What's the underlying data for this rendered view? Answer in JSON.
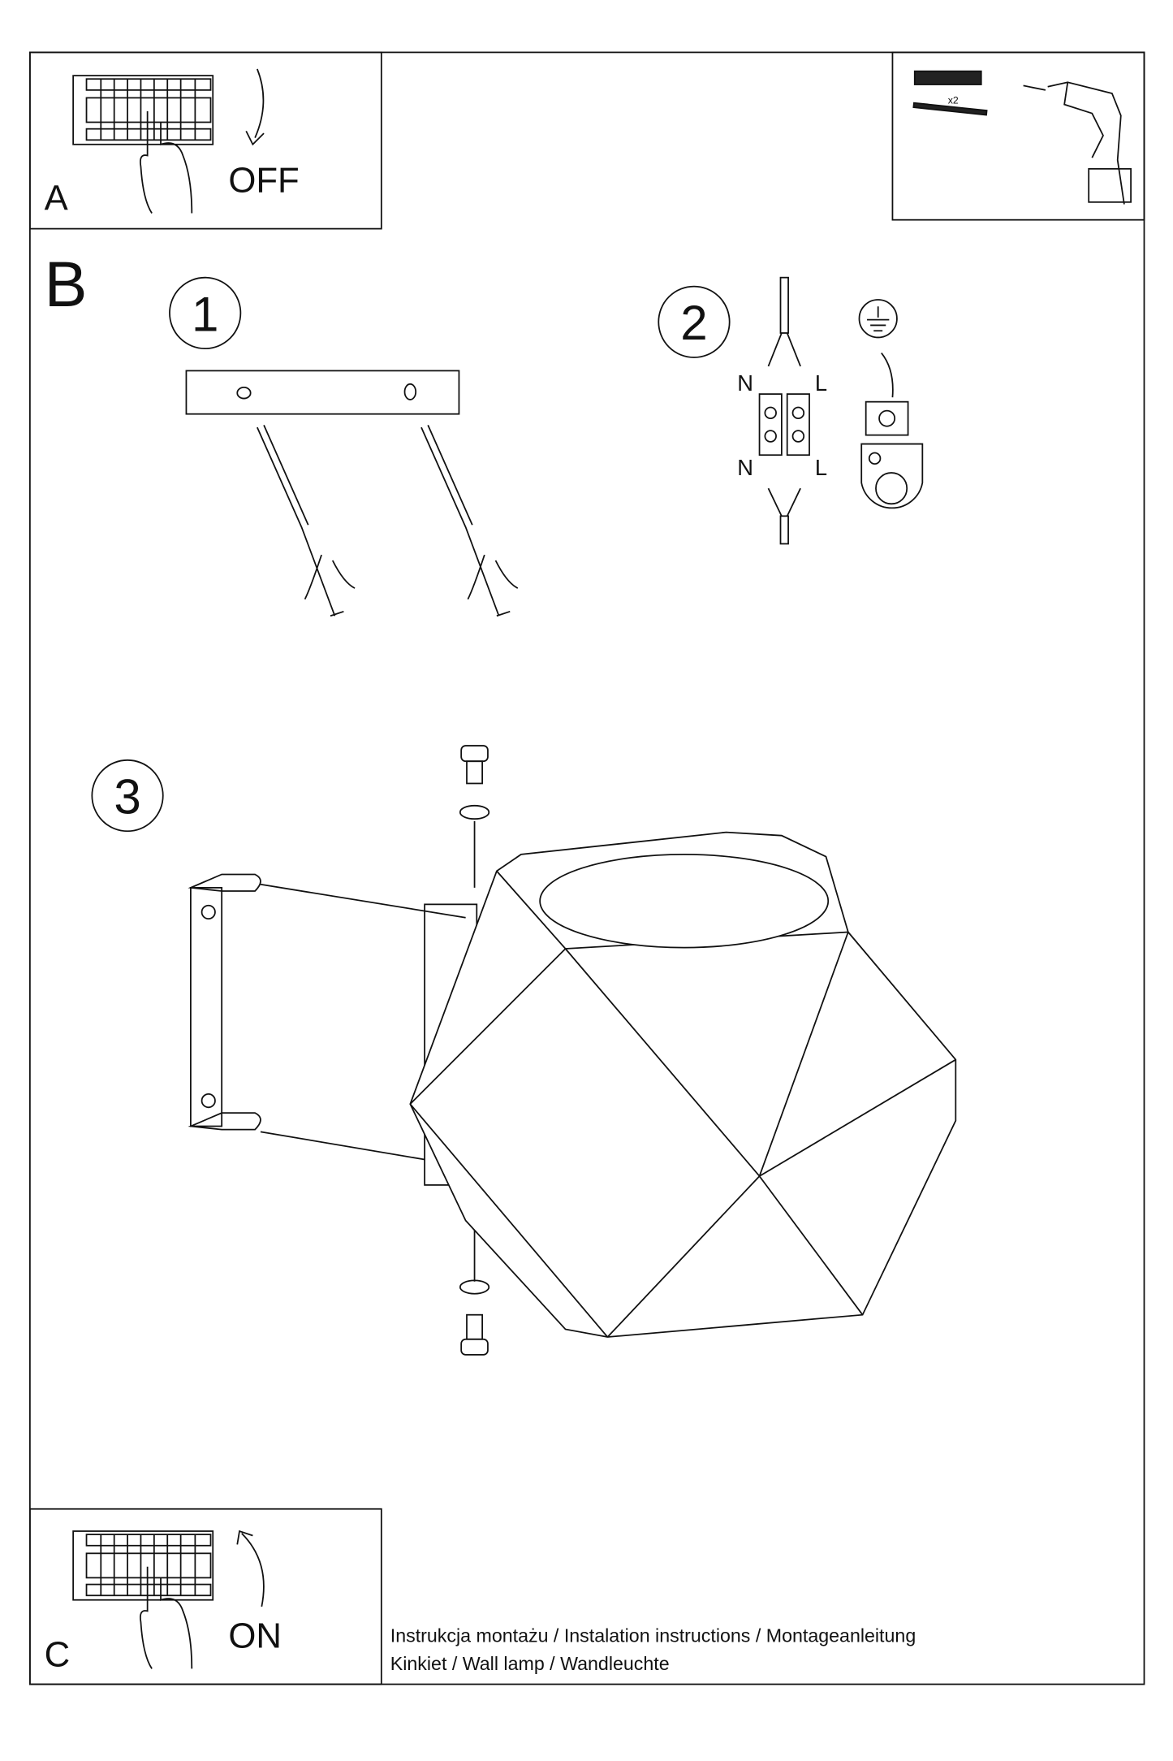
{
  "panel_a": {
    "label": "A",
    "action": "OFF"
  },
  "panel_c": {
    "label": "C",
    "action": "ON"
  },
  "tools": {
    "quantity": "x2"
  },
  "panel_b": {
    "label": "B",
    "steps": [
      "1",
      "2",
      "3"
    ],
    "wiring": {
      "neutral": "N",
      "live": "L"
    }
  },
  "footer": {
    "line1": "Instrukcja montażu / Instalation instructions / Montageanleitung",
    "line2": "Kinkiet  / Wall lamp / Wandleuchte"
  }
}
